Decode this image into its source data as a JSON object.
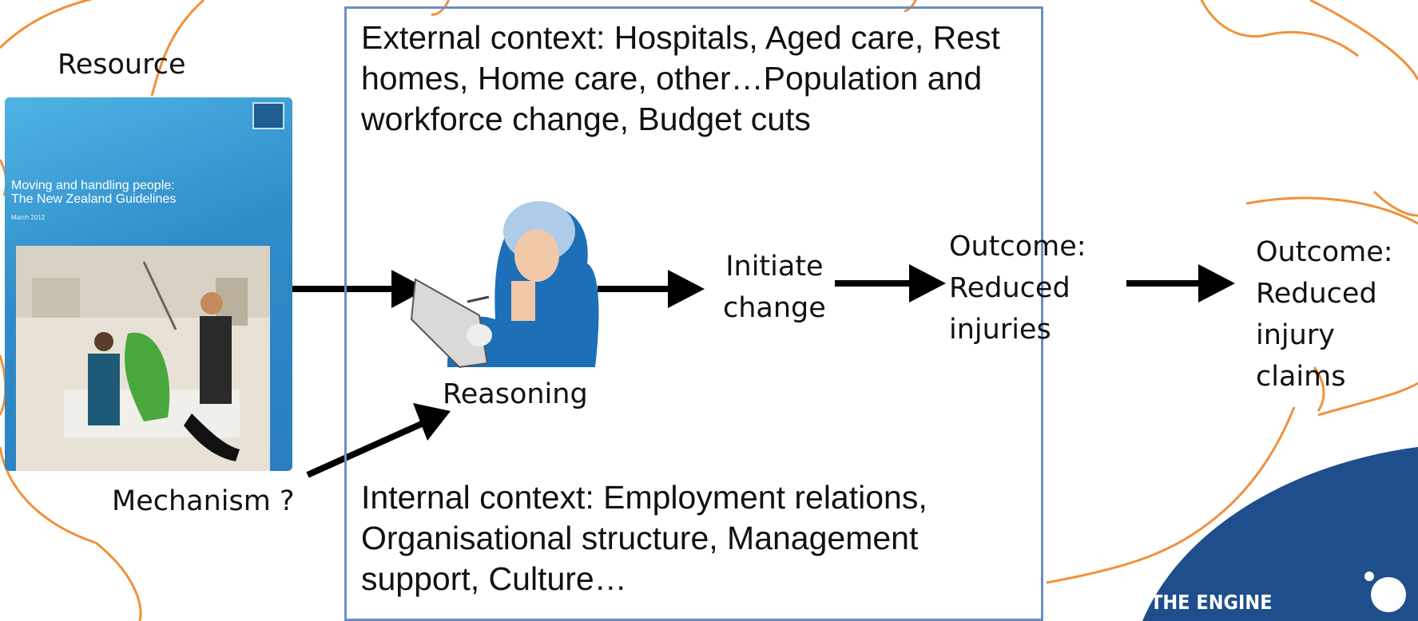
{
  "diagram": {
    "resource_label": "Resource",
    "mechanism_label": "Mechanism ?",
    "reasoning_label": "Reasoning",
    "initiate_change": "Initiate\nchange",
    "outcome_inner": "Outcome:\nReduced\ninjuries",
    "outcome_outer": "Outcome:\nReduced\ninjury\nclaims",
    "external_context": "External context: Hospitals, Aged care, Rest\nhomes, Home care, other…Population and\nworkforce change, Budget cuts",
    "internal_context": "Internal context: Employment relations,\nOrganisational structure, Management\nsupport, Culture…"
  },
  "book_cover": {
    "title": "Moving and handling people:\nThe New Zealand Guidelines",
    "date": "March 2012",
    "logo": "acc-logo-icon"
  },
  "branding": {
    "engine_text": "THE ENGINE"
  },
  "colors": {
    "cloud_outline": "#f0913a",
    "box_border": "#6b8ec2",
    "arrow": "#000000",
    "brand_blue": "#1f4e8c",
    "cover_blue": "#2f8cc9"
  }
}
